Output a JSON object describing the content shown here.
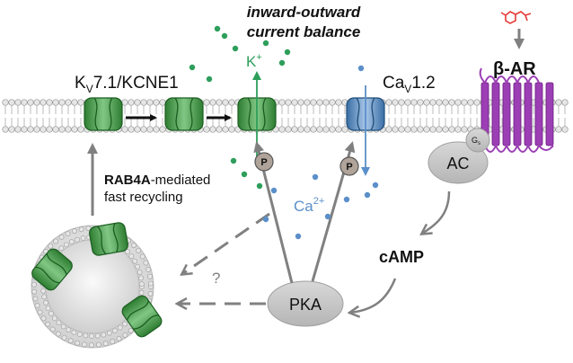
{
  "diagram": {
    "title_line1": "inward-outward",
    "title_line2": "current balance",
    "kv_label_main": "K",
    "kv_label_sub": "V",
    "kv_label_rest": "7.1/KCNE1",
    "ca_label_main": "Ca",
    "ca_label_sub": "V",
    "ca_label_rest": "1.2",
    "k_ion": "K",
    "k_ion_charge": "+",
    "ca_ion": "Ca",
    "ca_ion_charge": "2+",
    "beta_ar": "β-AR",
    "gs_main": "G",
    "gs_sub": "s",
    "ac": "AC",
    "camp": "cAMP",
    "pka": "PKA",
    "phospho": "P",
    "rab4a_bold": "RAB4A",
    "rab4a_rest": "-mediated",
    "recycling": "fast recycling",
    "question": "?"
  },
  "colors": {
    "channel_green": "#4caf50",
    "channel_green_light": "#a5d6a7",
    "channel_blue": "#5b8fc9",
    "receptor_purple": "#9c3fb5",
    "k_ion_color": "#2e9e5b",
    "ca_ion_color": "#5b8fc9",
    "ligand_red": "#e53935",
    "arrow_gray": "#808080",
    "node_gray": "#c8c8c8"
  },
  "icons": [
    "ion-channel-icon",
    "receptor-7tm-icon",
    "ligand-molecule-icon",
    "endosome-vesicle-icon"
  ]
}
